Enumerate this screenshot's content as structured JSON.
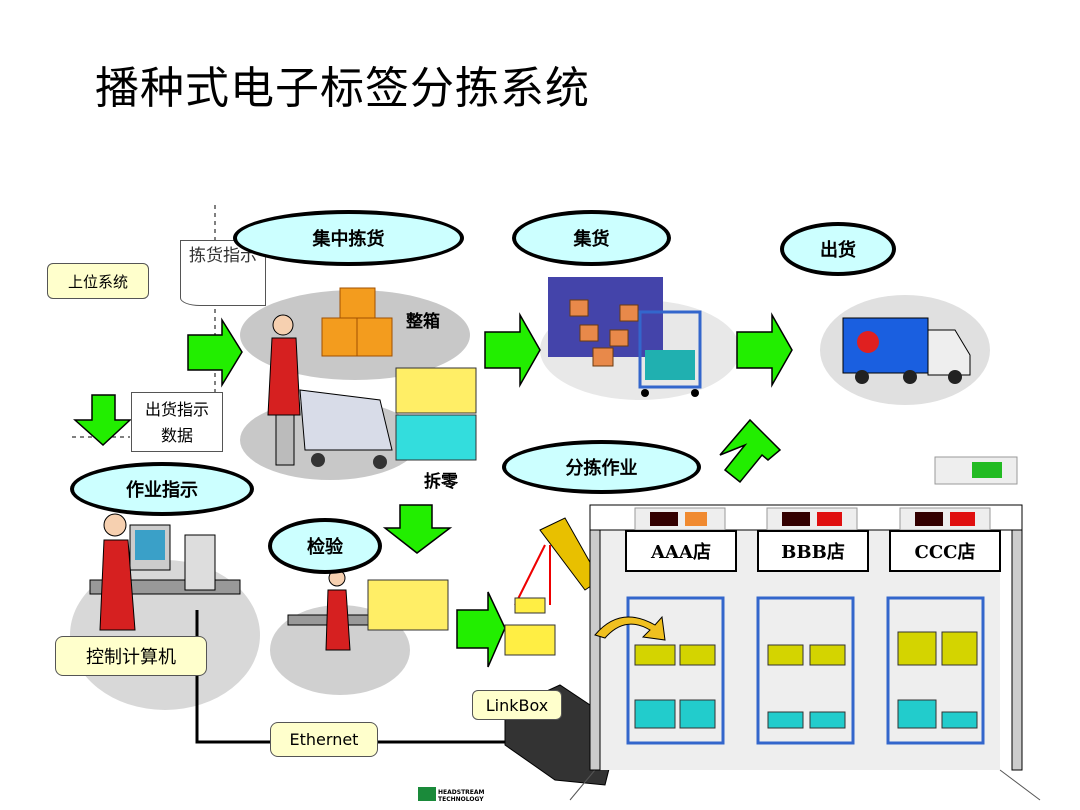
{
  "title": "播种式电子标签分拣系统",
  "nodes": {
    "host_system": "上位系统",
    "picking_instruction": "拣货指示",
    "shipping_data": "出货指示数据",
    "central_picking": "集中拣货",
    "consolidation": "集货",
    "shipping": "出货",
    "sorting": "分拣作业",
    "work_instruction": "作业指示",
    "inspection": "检验",
    "full_case": "整箱",
    "split_case": "拆零",
    "control_computer": "控制计算机",
    "ethernet": "Ethernet",
    "linkbox": "LinkBox"
  },
  "stores": [
    "AAA店",
    "BBB店",
    "CCC店"
  ],
  "logo": "HEADSTREAM TECHNOLOGY",
  "colors": {
    "arrow": "#22ee00",
    "oval": "#ccffff",
    "box": "#ffffcc"
  }
}
